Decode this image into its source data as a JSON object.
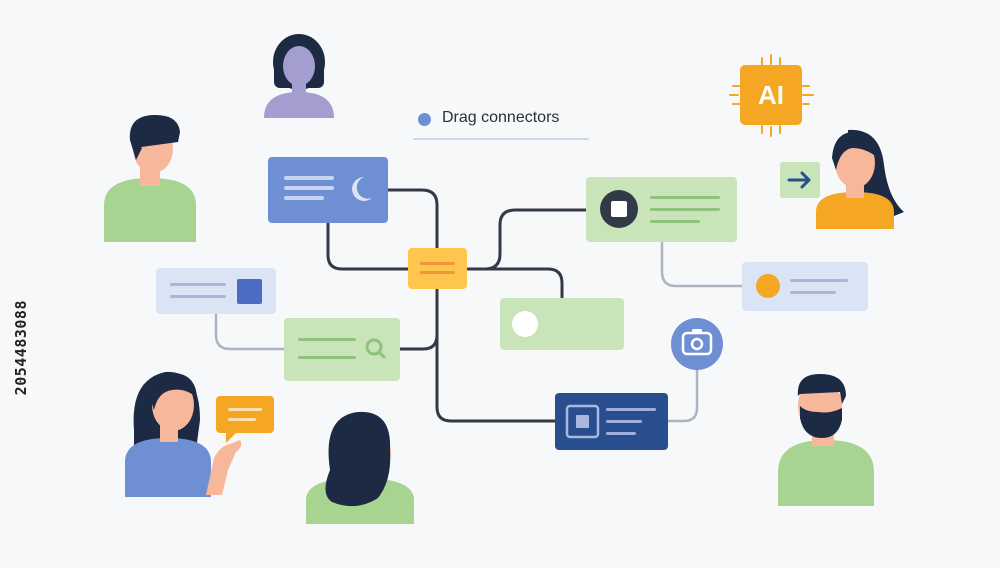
{
  "legend": {
    "label": "Drag connectors",
    "dot_color": "#6f8fd4"
  },
  "badge": {
    "label": "AI",
    "color": "#f5a623"
  },
  "side_id": "2054483088",
  "colors": {
    "blue_card": "#6f8fd4",
    "light_blue_card": "#dbe4f5",
    "green_card": "#c9e4b8",
    "green_light": "#d6ebc8",
    "navy_card": "#284e8d",
    "yellow": "#ffc64d",
    "orange": "#f5a623",
    "connector": "#323a47",
    "connector_light": "#aab4c2",
    "skin": "#f7b79a",
    "hair": "#1c2a43"
  },
  "icons": [
    "moon-icon",
    "stop-icon",
    "camera-icon",
    "arrow-right-icon",
    "chat-bubble-icon",
    "ai-chip-icon",
    "search-icon",
    "record-icon"
  ]
}
